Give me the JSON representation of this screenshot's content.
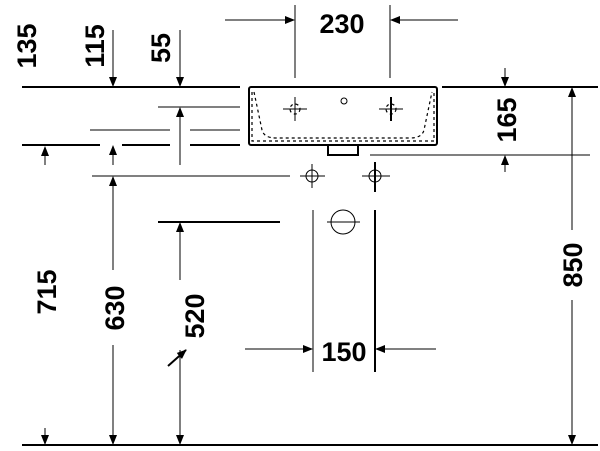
{
  "drawing": {
    "title": "Washbasin dimension drawing",
    "dimensions": {
      "top_width": "230",
      "rim_to_overflow_135": "135",
      "rim_offset_115": "115",
      "rim_offset_55": "55",
      "basin_depth": "165",
      "total_height": "850",
      "height_715": "715",
      "height_630": "630",
      "height_520": "520",
      "waste_spacing": "150"
    },
    "colors": {
      "line": "#000000",
      "background": "#ffffff"
    }
  }
}
